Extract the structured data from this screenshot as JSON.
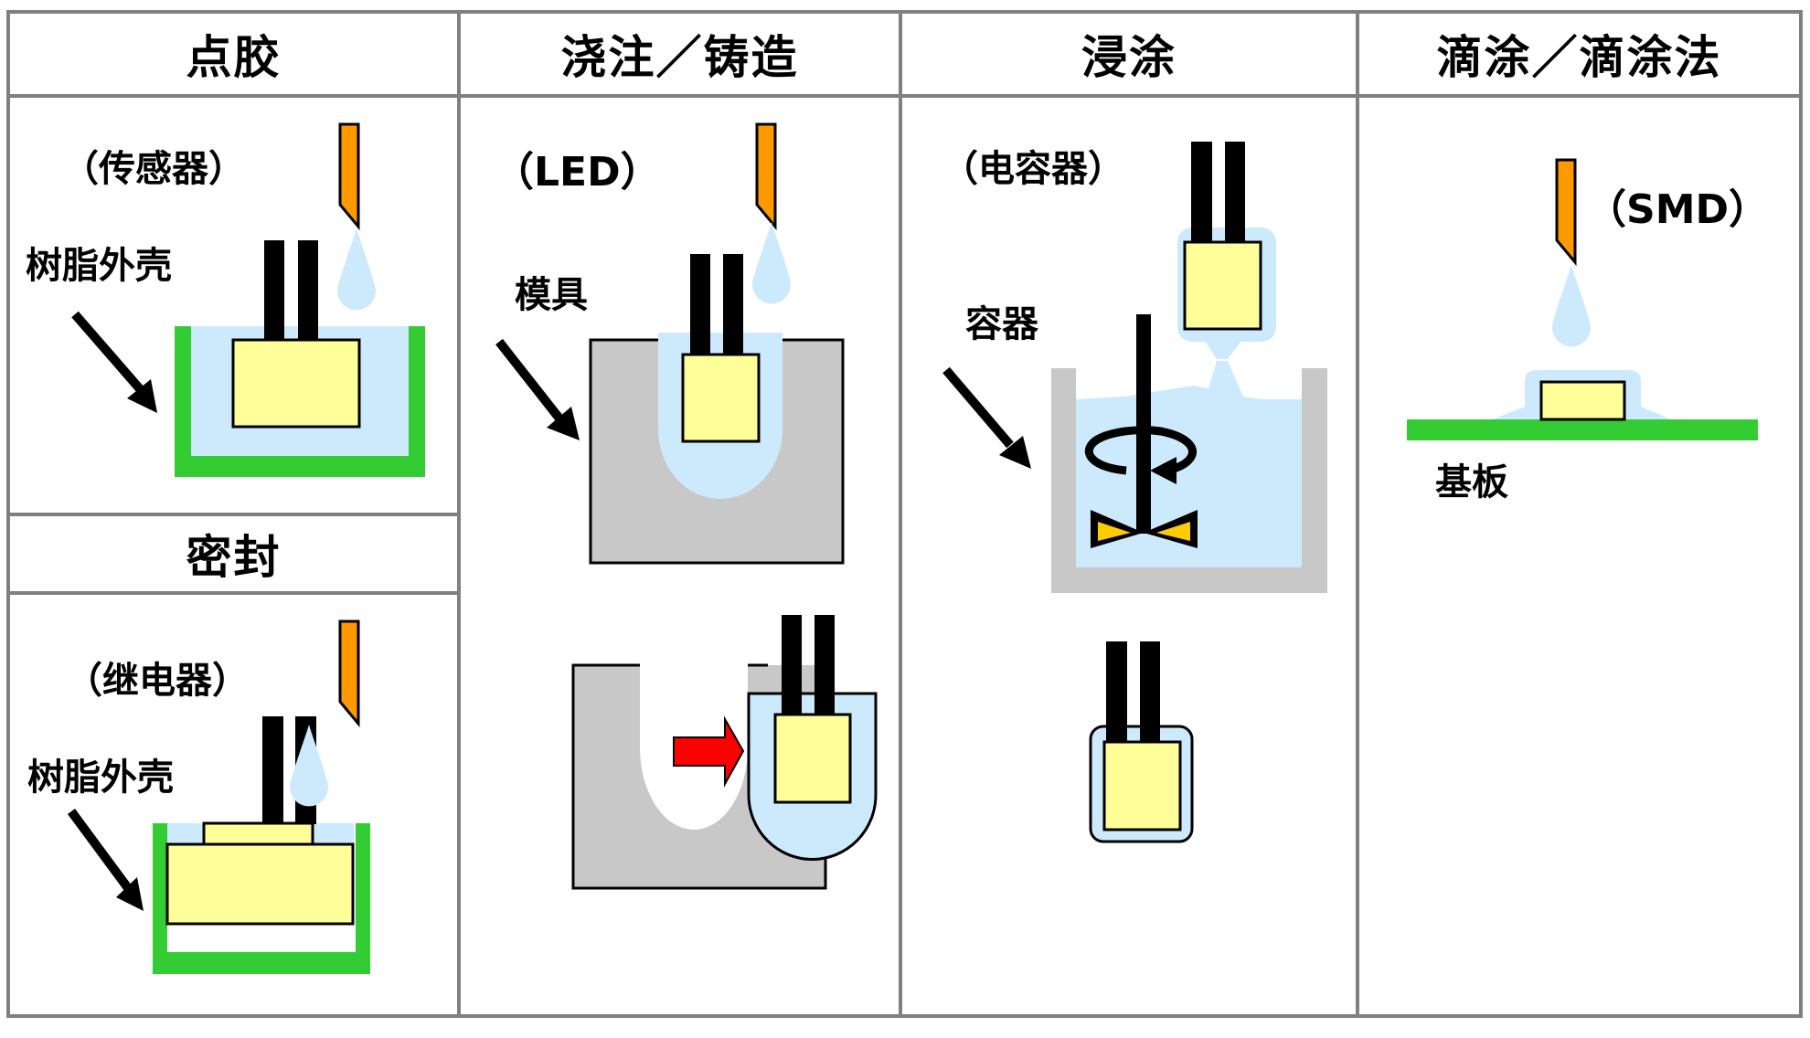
{
  "colors": {
    "border": "#808080",
    "resin": "#cdeafd",
    "component": "#ffff99",
    "nozzle": "#ff9900",
    "case_green": "#33cc33",
    "mold_gray": "#c8c8c8",
    "arrow_red": "#ff0000",
    "impeller": "#ffcc00",
    "lead": "#000000"
  },
  "columns": [
    {
      "header": "点胶",
      "sub_header": "密封",
      "panels": [
        {
          "device_label": "（传感器）",
          "part_label": "树脂外壳",
          "icons": [
            "dispense-nozzle-icon",
            "resin-drop-icon",
            "pointer-arrow-icon"
          ]
        },
        {
          "device_label": "（继电器）",
          "part_label": "树脂外壳",
          "icons": [
            "dispense-nozzle-icon",
            "resin-drop-icon",
            "pointer-arrow-icon"
          ]
        }
      ]
    },
    {
      "header": "浇注／铸造",
      "panels": [
        {
          "device_label": "（LED）",
          "part_label": "模具",
          "icons": [
            "dispense-nozzle-icon",
            "resin-drop-icon",
            "pointer-arrow-icon",
            "demold-arrow-icon"
          ]
        }
      ]
    },
    {
      "header": "浸涂",
      "panels": [
        {
          "device_label": "（电容器）",
          "part_label": "容器",
          "icons": [
            "pointer-arrow-icon",
            "stirrer-icon",
            "rotation-arrow-icon"
          ]
        }
      ]
    },
    {
      "header": "滴涂／滴涂法",
      "panels": [
        {
          "device_label": "（SMD）",
          "part_label": "基板",
          "icons": [
            "dispense-nozzle-icon",
            "resin-drop-icon"
          ]
        }
      ]
    }
  ]
}
